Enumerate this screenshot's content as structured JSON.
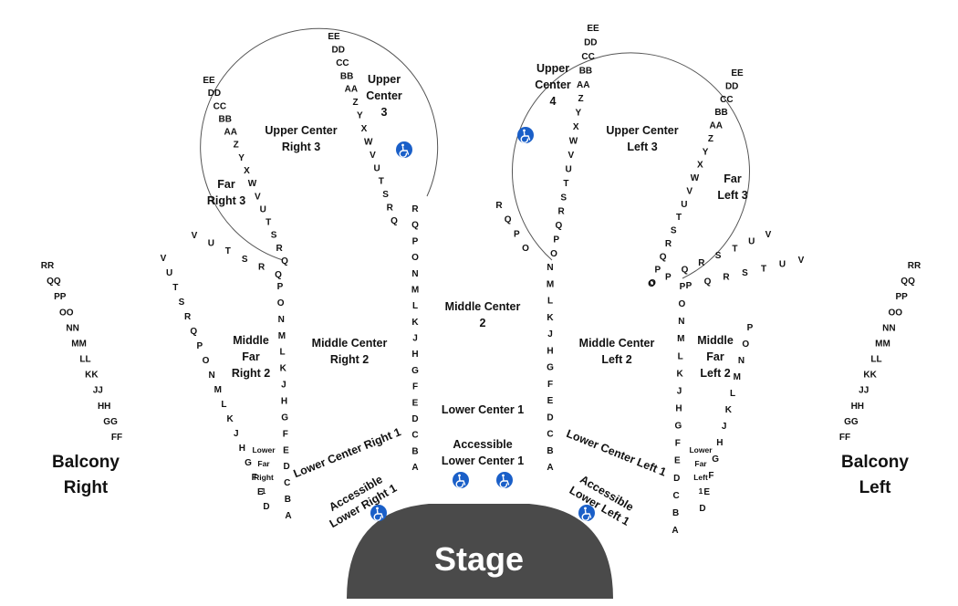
{
  "stage_label": "Stage",
  "colors": {
    "stage": "#4a4a4a",
    "accessible_icon": "#1a5fc8",
    "ink": "#111111",
    "outline": "#555555"
  },
  "icon": "wheelchair-icon",
  "sections": {
    "balcony_right": [
      "Balcony",
      "Right"
    ],
    "balcony_left": [
      "Balcony",
      "Left"
    ],
    "upper_center_right_3": [
      "Upper Center",
      "Right 3"
    ],
    "far_right_3": [
      "Far",
      "Right 3"
    ],
    "upper_center_3": [
      "Upper",
      "Center",
      "3"
    ],
    "upper_center_4": [
      "Upper",
      "Center",
      "4"
    ],
    "upper_center_left_3": [
      "Upper Center",
      "Left 3"
    ],
    "far_left_3": [
      "Far",
      "Left 3"
    ],
    "middle_center_2": [
      "Middle Center",
      "2"
    ],
    "middle_center_right_2": [
      "Middle Center",
      "Right 2"
    ],
    "middle_far_right_2": [
      "Middle",
      "Far",
      "Right 2"
    ],
    "middle_center_left_2": [
      "Middle Center",
      "Left 2"
    ],
    "middle_far_left_2": [
      "Middle",
      "Far",
      "Left 2"
    ],
    "lower_center_1": [
      "Lower Center 1"
    ],
    "accessible_lower_center_1": [
      "Accessible",
      "Lower Center 1"
    ],
    "lower_center_right_1": [
      "Lower Center Right 1"
    ],
    "lower_center_left_1": [
      "Lower Center Left 1"
    ],
    "accessible_lower_right_1": [
      "Accessible",
      "Lower Right 1"
    ],
    "accessible_lower_left_1": [
      "Accessible",
      "Lower Left 1"
    ],
    "lower_far_right_1": [
      "Lower",
      "Far",
      "Right",
      "1"
    ],
    "lower_far_left_1": [
      "Lower",
      "Far",
      "Left",
      "1"
    ]
  },
  "rows": {
    "balcony_right": [
      "RR",
      "QQ",
      "PP",
      "OO",
      "NN",
      "MM",
      "LL",
      "KK",
      "JJ",
      "HH",
      "GG",
      "FF"
    ],
    "balcony_left": [
      "RR",
      "QQ",
      "PP",
      "OO",
      "NN",
      "MM",
      "LL",
      "KK",
      "JJ",
      "HH",
      "GG",
      "FF"
    ],
    "upper_right_far_col": [
      "EE",
      "DD",
      "CC",
      "BB",
      "AA",
      "Z",
      "Y",
      "X",
      "W",
      "V",
      "U",
      "T",
      "S",
      "R",
      "Q"
    ],
    "upper_right_center_col": [
      "EE",
      "DD",
      "CC",
      "BB",
      "AA",
      "Z",
      "Y",
      "X",
      "W",
      "V",
      "U",
      "T",
      "S",
      "R",
      "Q"
    ],
    "upper_left_center_col": [
      "EE",
      "DD",
      "CC",
      "BB",
      "AA",
      "Z",
      "Y",
      "X",
      "W",
      "V",
      "U",
      "T",
      "S",
      "R",
      "Q",
      "P",
      "O"
    ],
    "upper_left_far_col": [
      "EE",
      "DD",
      "CC",
      "BB",
      "AA",
      "Z",
      "Y",
      "X",
      "W",
      "V",
      "U",
      "T",
      "S",
      "R",
      "Q",
      "P",
      "O"
    ],
    "middle_center_right_col": [
      "R",
      "Q",
      "P",
      "O",
      "N",
      "M",
      "L",
      "K",
      "J",
      "H",
      "G",
      "F",
      "E",
      "D",
      "C",
      "B",
      "A"
    ],
    "middle_center_left_col": [
      "N",
      "M",
      "L",
      "K",
      "J",
      "H",
      "G",
      "F",
      "E",
      "D",
      "C",
      "B",
      "A"
    ],
    "mid_center_top_left": [
      "R",
      "Q",
      "P",
      "O"
    ],
    "right_aisle_col": [
      "P",
      "O",
      "N",
      "M",
      "L",
      "K",
      "J",
      "H",
      "G",
      "F",
      "E",
      "D",
      "C",
      "B",
      "A"
    ],
    "left_aisle_col": [
      "P",
      "O",
      "N",
      "M",
      "L",
      "K",
      "J",
      "H",
      "G",
      "F",
      "E",
      "D",
      "C",
      "B",
      "A"
    ],
    "right_far_top_row1": [
      "V",
      "U",
      "T",
      "S",
      "R",
      "Q"
    ],
    "right_far_top_row2": [
      "V",
      "U",
      "T",
      "S",
      "R",
      "Q",
      "P",
      "O",
      "N",
      "M",
      "L",
      "K",
      "J",
      "H",
      "G",
      "F",
      "E",
      "D"
    ],
    "left_far_top_row1": [
      "O",
      "P",
      "Q",
      "R",
      "S",
      "T",
      "U",
      "V"
    ],
    "left_far_top_row2": [
      "P",
      "Q",
      "R",
      "S",
      "T",
      "U",
      "V"
    ],
    "left_far_col": [
      "P",
      "O",
      "N",
      "M",
      "L",
      "K",
      "J",
      "H",
      "G",
      "F",
      "E",
      "D"
    ]
  }
}
